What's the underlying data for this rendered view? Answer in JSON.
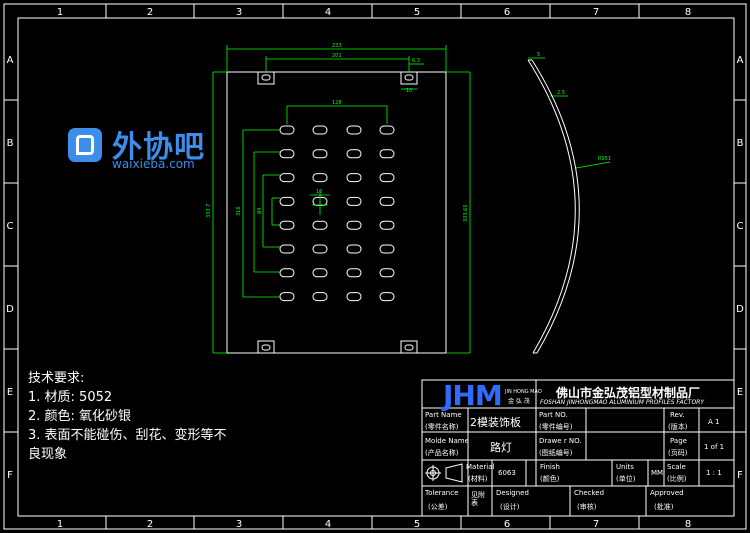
{
  "border": {
    "columns": [
      "1",
      "2",
      "3",
      "4",
      "5",
      "6",
      "7",
      "8"
    ],
    "rows": [
      "A",
      "B",
      "C",
      "D",
      "E",
      "F"
    ]
  },
  "dims": {
    "top_outer": "233",
    "top_inner": "201",
    "top_right_small": "6.3",
    "right_slot": "10",
    "slot_row_width": "128",
    "left_overall": "333.7",
    "left_inner_1": "316",
    "left_inner_2": "84",
    "center_dim": "10",
    "right_overall": "333.65",
    "arc_top": "5",
    "arc_mid": "2.5",
    "arc_radius": "R951"
  },
  "logo": {
    "cn": "外协吧",
    "en": "waixieba.com"
  },
  "tech_notes": {
    "title": "技术要求:",
    "line1": "1. 材质: 5052",
    "line2": "2. 颜色: 氧化砂银",
    "line3": "3. 表面不能碰伤、刮花、变形等不",
    "line4": "良现象"
  },
  "title_block": {
    "brand": "JHM",
    "brand_small1": "JIN HONG MAO",
    "brand_small2": "金 弘 茂",
    "company_cn": "佛山市金弘茂铝型材制品厂",
    "company_en": "FOSHAN JINHONGMAO ALUMINIUM PROFILES FACTORY",
    "part_name_label": "Part Name",
    "part_name_label_cn": "(零件名称)",
    "part_name": "2模装饰板",
    "part_no_label": "Part NO.",
    "part_no_label_cn": "(零件编号)",
    "rev_label": "Rev.",
    "rev_label_cn": "(版本)",
    "rev": "A 1",
    "model_label": "Molde Name",
    "model_label_cn": "(产品名称)",
    "model": "路灯",
    "drawer_label": "Drawe r NO.",
    "drawer_label_cn": "(图纸编号)",
    "page_label": "Page",
    "page_label_cn": "(页码)",
    "page": "1 of 1",
    "material_label": "Material",
    "material_label_cn": "(材料)",
    "material": "6063",
    "finish_label": "Finish",
    "finish_label_cn": "(颜色)",
    "units_label": "Units",
    "units_label_cn": "(单位)",
    "units": "MM",
    "scale_label": "Scale",
    "scale_label_cn": "(比例)",
    "scale": "1 : 1",
    "tolerance_label": "Tolerance",
    "tolerance_label_cn": "(公差)",
    "tolerance_val": "见附表",
    "designed_label": "Designed",
    "designed_label_cn": "(设计)",
    "checked_label": "Checked",
    "checked_label_cn": "(审核)",
    "approved_label": "Approved",
    "approved_label_cn": "(批准)"
  },
  "colors": {
    "frame": "#ffffff",
    "dimension": "#00ff00",
    "brand": "#2f6bff",
    "logo": "#3d8eea",
    "background": "#000000"
  }
}
